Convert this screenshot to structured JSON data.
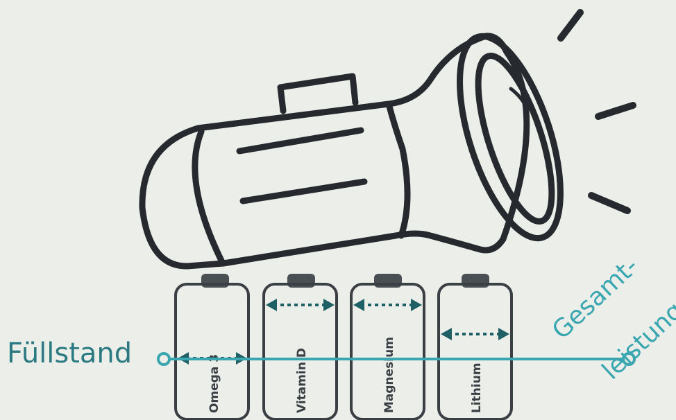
{
  "labels": {
    "fill_level": "Füllstand",
    "total_line1": "Gesamt-",
    "total_line2": "leistung"
  },
  "batteries": [
    {
      "name": "Omega 3"
    },
    {
      "name": "Vitamin D"
    },
    {
      "name": "Magnesium"
    },
    {
      "name": "Lithium"
    }
  ],
  "colors": {
    "background": "#eceeea",
    "outline": "#3a3f44",
    "arrow": "#1f5f66",
    "line": "#3aa6b0",
    "label": "#2b7a82"
  }
}
